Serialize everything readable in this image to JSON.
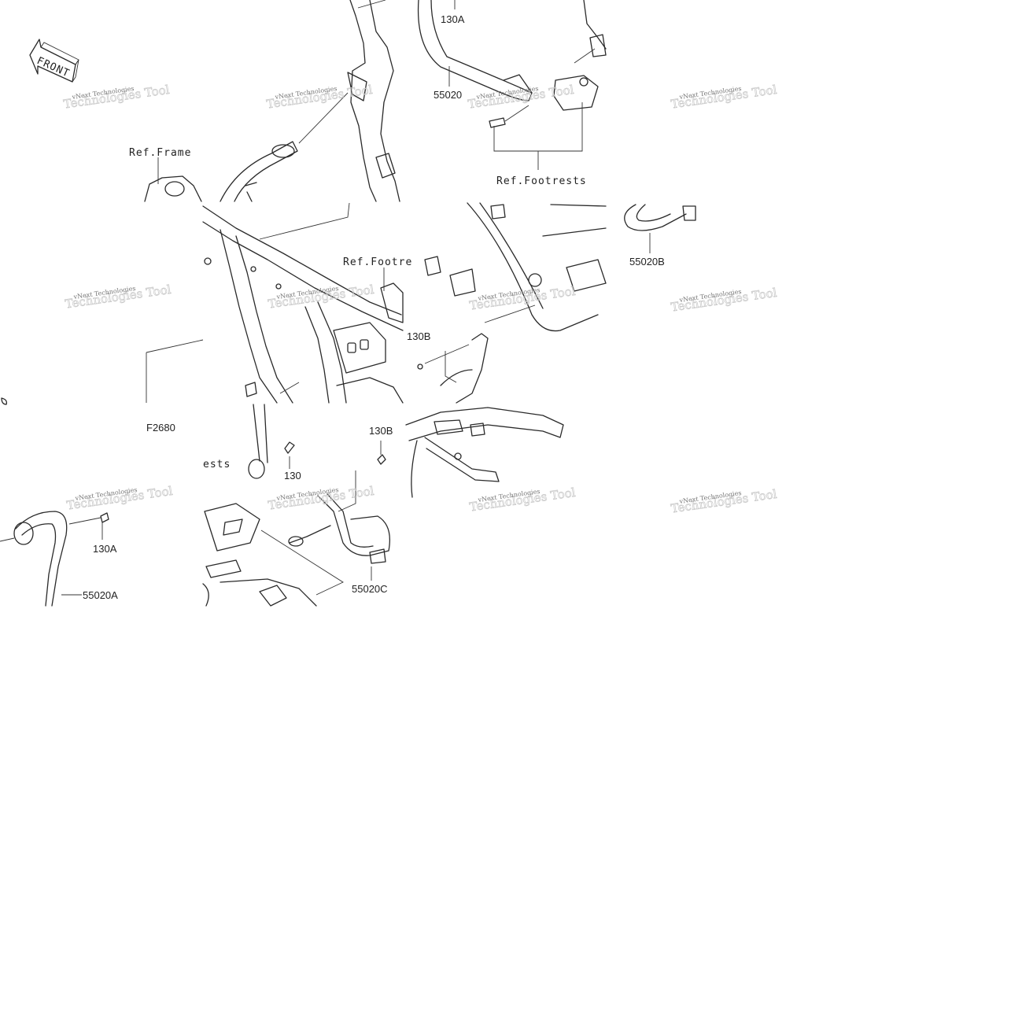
{
  "front_arrow": {
    "label": "FRONT"
  },
  "labels": {
    "l130A_top": "130A",
    "l55020": "55020",
    "ref_frame": "Ref.Frame",
    "ref_footrests_top": "Ref.Footrests",
    "ref_footrests_mid": "Ref.Footre",
    "ref_footrests_left": "ests",
    "l55020B": "55020B",
    "l130B_mid": "130B",
    "l130B_low": "130B",
    "f2680": "F2680",
    "l130": "130",
    "l130A_low": "130A",
    "l55020A": "55020A",
    "l55020C": "55020C"
  },
  "watermark": {
    "line1": "vNext Technologies",
    "line2": "Technologies Tool"
  },
  "colors": {
    "line": "#2a2a2a",
    "background": "#ffffff",
    "watermark": "#777777"
  }
}
